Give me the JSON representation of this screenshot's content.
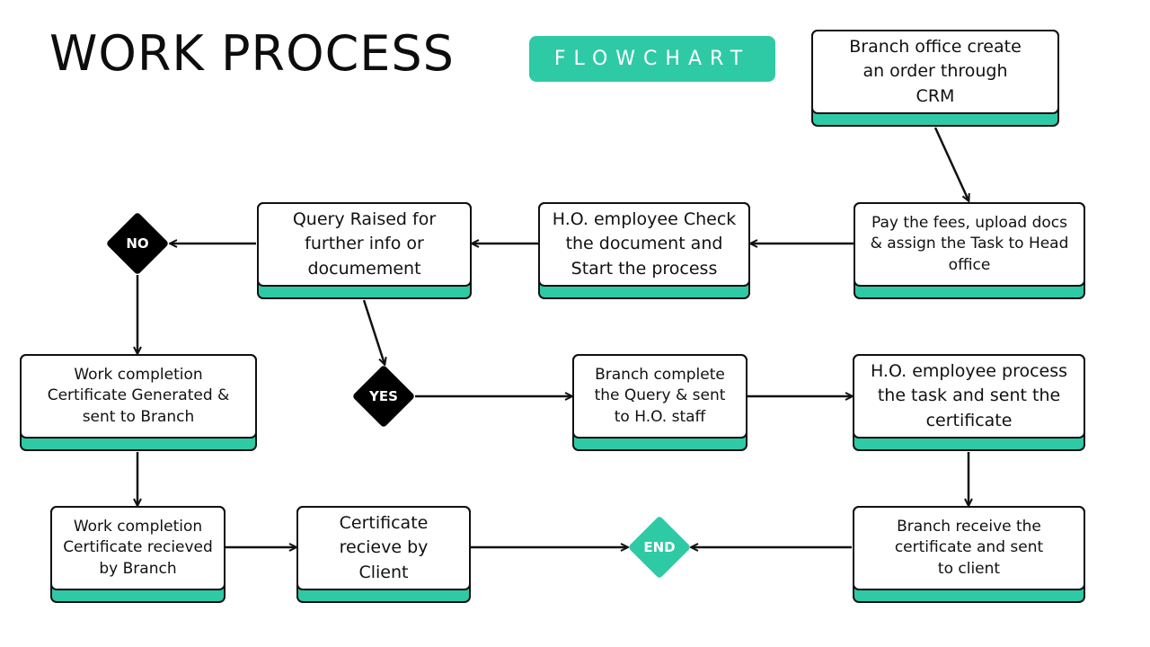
{
  "header": {
    "title": "WORK PROCESS",
    "badge": "FLOWCHART"
  },
  "colors": {
    "accent": "#2ecaa5",
    "decision": "#000000",
    "end": "#2ecaa5"
  },
  "nodes": {
    "create_order": "Branch office create\nan order through\nCRM",
    "pay_fees": "Pay the fees, upload docs\n& assign the Task to Head\noffice",
    "check_docs": "H.O. employee Check\nthe document and\nStart the process",
    "query_raised": "Query Raised  for\nfurther info or\ndocumement",
    "no_decision": "NO",
    "yes_decision": "YES",
    "cert_generated": "Work completion\nCertificate Generated &\nsent to Branch",
    "branch_complete_query": "Branch complete\nthe Query & sent\nto H.O. staff",
    "ho_process": "H.O. employee process\nthe task and sent the\ncertificate",
    "cert_received_branch": "Work completion\nCertificate recieved\nby Branch",
    "cert_received_client": "Certificate\nrecieve by\nClient",
    "end": "END",
    "branch_receive_cert": "Branch receive the\ncertificate and sent\nto client"
  }
}
